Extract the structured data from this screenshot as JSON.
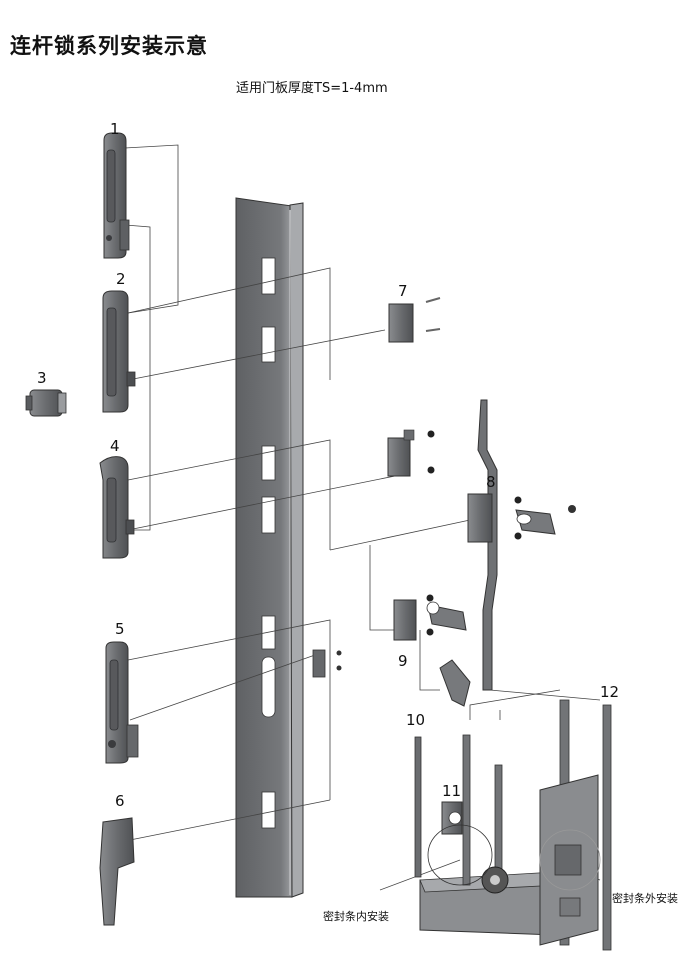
{
  "title": "连杆锁系列安装示意",
  "subtitle": "适用门板厚度TS=1-4mm",
  "part_labels": [
    "1",
    "2",
    "3",
    "4",
    "5",
    "6",
    "7",
    "8",
    "9",
    "10",
    "11",
    "12"
  ],
  "captions": {
    "seal_inner": "密封条内安装",
    "seal_outer": "密封条外安装"
  },
  "colors": {
    "panel": "#6b6d70",
    "panel_edge": "#9a9c9f",
    "part": "#75777a",
    "leader": "#444444"
  }
}
